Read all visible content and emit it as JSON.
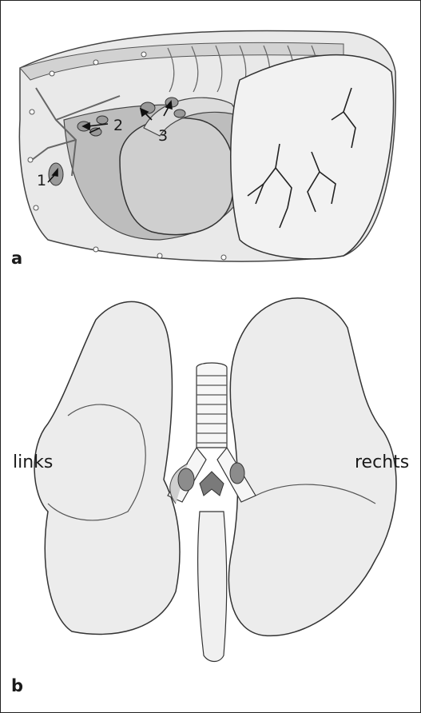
{
  "panels": {
    "a": {
      "label": "a",
      "markers": [
        "1",
        "2",
        "3"
      ]
    },
    "b": {
      "label": "b",
      "left_label": "links",
      "right_label": "rechts"
    }
  }
}
